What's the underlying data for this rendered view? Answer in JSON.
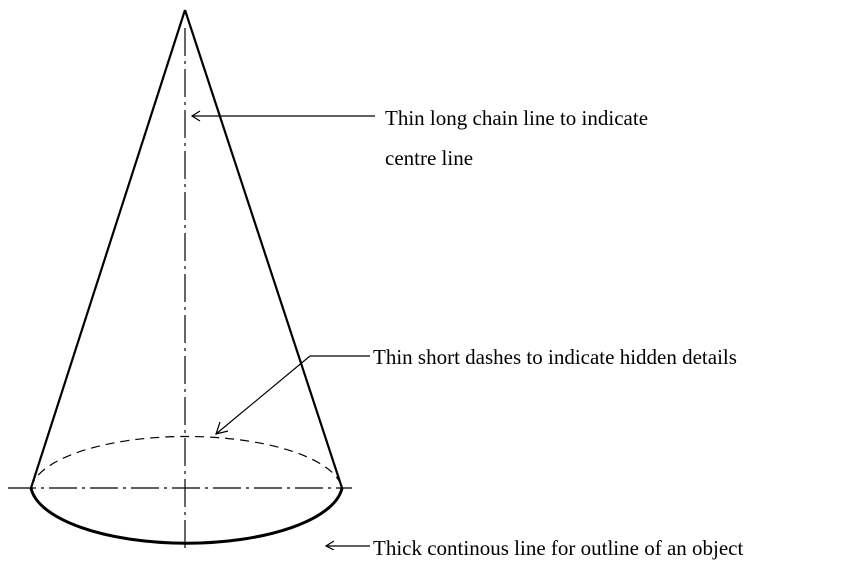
{
  "labels": {
    "centre_line_line1": "Thin long chain line to indicate",
    "centre_line_line2": "centre line",
    "hidden_details": "Thin short dashes to indicate hidden details",
    "outline": "Thick continous line for outline of an object"
  },
  "colors": {
    "ink": "#000000",
    "background": "#ffffff"
  }
}
